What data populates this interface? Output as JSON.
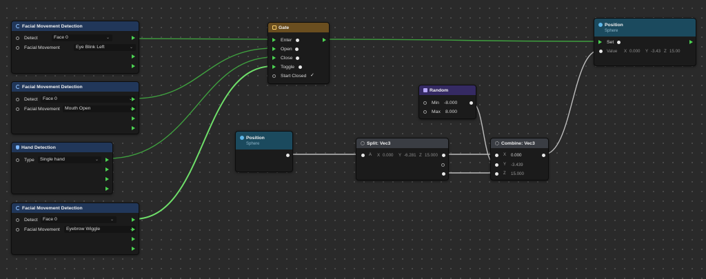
{
  "nodes": {
    "face1": {
      "title": "Facial Movement Detection",
      "detect_label": "Detect",
      "detect_value": "Face 0",
      "movement_label": "Facial Movement",
      "movement_value": "Eye Blink Left"
    },
    "face2": {
      "title": "Facial Movement Detection",
      "detect_label": "Detect",
      "detect_value": "Face 0",
      "movement_label": "Facial Movement",
      "movement_value": "Mouth Open"
    },
    "hand": {
      "title": "Hand Detection",
      "type_label": "Type",
      "type_value": "Single hand"
    },
    "face3": {
      "title": "Facial Movement Detection",
      "detect_label": "Detect",
      "detect_value": "Face 0",
      "movement_label": "Facial Movement",
      "movement_value": "Eyebrow Wiggle"
    },
    "gate": {
      "title": "Gate",
      "enter": "Enter",
      "open": "Open",
      "close": "Close",
      "toggle": "Toggle",
      "start_closed": "Start Closed",
      "start_closed_check": "✓"
    },
    "pos_src": {
      "title": "Position",
      "subtitle": "Sphere"
    },
    "split": {
      "title": "Split: Vec3",
      "a_label": "A",
      "x_axis": "X",
      "x_val": "0.000",
      "y_axis": "Y",
      "y_val": "-6.281",
      "z_axis": "Z",
      "z_val": "15.000"
    },
    "random": {
      "title": "Random",
      "min_label": "Min",
      "min_val": "-8.000",
      "max_label": "Max",
      "max_val": "8.000"
    },
    "combine": {
      "title": "Combine: Vec3",
      "x_label": "X",
      "x_val": "0.000",
      "y_label": "Y",
      "y_val": "-3.439",
      "z_label": "Z",
      "z_val": "15.000"
    },
    "pos_dst": {
      "title": "Position",
      "subtitle": "Sphere",
      "set_label": "Set",
      "value_label": "Value",
      "vx_axis": "X",
      "vx": "0.000",
      "vy_axis": "Y",
      "vy": "-3.43",
      "vz_axis": "Z",
      "vz": "15.00"
    }
  },
  "dropdown_chevron": "⌄",
  "colors": {
    "trigger_wire": "#5ed35a",
    "value_wire": "#bdbdbd"
  }
}
